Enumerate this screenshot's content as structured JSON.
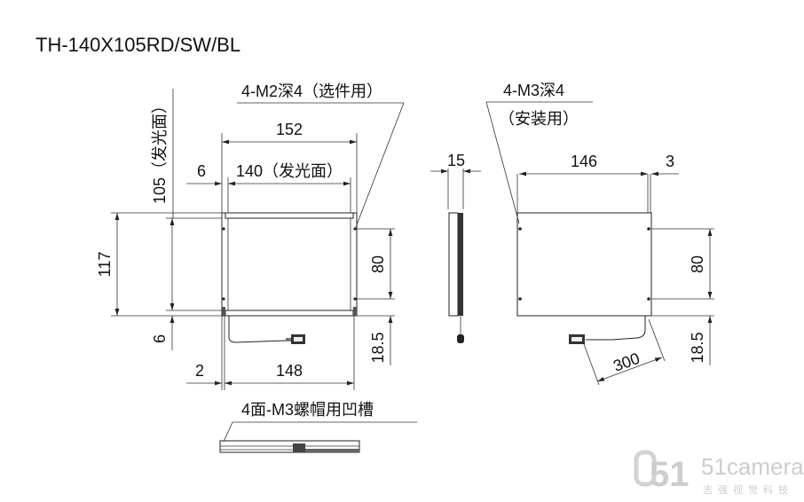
{
  "title": "TH-140X105RD/SW/BL",
  "front_view": {
    "callout_m2": "4-M2深4（选件用）",
    "dim_152": "152",
    "dim_6_left": "6",
    "dim_140": "140（发光面）",
    "dim_105": "105（发光面）",
    "dim_117": "117",
    "dim_6_bottom": "6",
    "dim_80": "80",
    "dim_18_5": "18.5",
    "dim_2": "2",
    "dim_148": "148"
  },
  "side_view": {
    "dim_15": "15"
  },
  "back_view": {
    "callout_m3_line1": "4-M3深4",
    "callout_m3_line2": "（安装用）",
    "dim_146": "146",
    "dim_3": "3",
    "dim_80": "80",
    "dim_18_5": "18.5",
    "dim_300": "300"
  },
  "bottom_view": {
    "callout_groove": "4面-M3螺帽用凹槽"
  },
  "watermark": {
    "brand": "51camera",
    "subtitle": "志强视觉科技"
  }
}
